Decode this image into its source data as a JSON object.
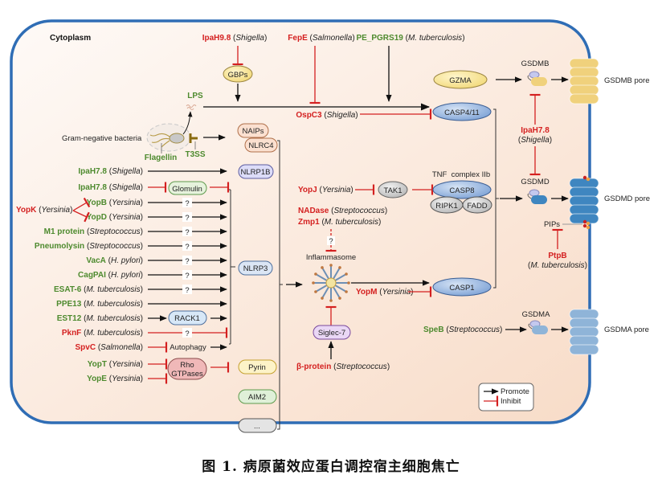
{
  "colors": {
    "membrane": "#2f6db5",
    "cytoplasm_fill_start": "#fdf5f0",
    "cytoplasm_fill_end": "#f9e1d0",
    "promote": "#111111",
    "inhibit": "#d42020",
    "promoter_text": "#4d8a2e",
    "inhibitor_text": "#d42020",
    "gsdmb": "#f0d17c",
    "gsdmd": "#3f86c0",
    "gsdma": "#8fb4d8"
  },
  "compartment": "Cytoplasm",
  "bacteria": {
    "label": "Gram-negative bacteria",
    "lps": "LPS",
    "flagellin": "Flagellin",
    "t3ss": "T3SS"
  },
  "top_effectors": [
    {
      "name": "IpaH9.8",
      "org": "Shigella",
      "role": "inhibit"
    },
    {
      "name": "FepE",
      "org": "Salmonella",
      "role": "inhibit"
    },
    {
      "name": "PE_PGRS19",
      "org": "M. tuberculosis",
      "role": "promote"
    }
  ],
  "gbps": "GBPs",
  "ospc3": {
    "name": "OspC3",
    "org": "Shigella",
    "role": "inhibit"
  },
  "sensors": {
    "naips": "NAIPs",
    "nlrc4": "NLRC4",
    "nlrp1b": "NLRP1B",
    "nlrp3": "NLRP3",
    "pyrin": "Pyrin",
    "aim2": "AIM2",
    "other": "..."
  },
  "left_effectors": [
    {
      "name": "IpaH7.8",
      "org": "Shigella",
      "role": "promote",
      "via": "",
      "target": "NLRP1B"
    },
    {
      "name": "IpaH7.8",
      "org": "Shigella",
      "role": "promote",
      "via": "Glomulin",
      "target": "NLRP3"
    },
    {
      "name": "YopB",
      "org": "Yersinia",
      "role": "promote",
      "via": "?",
      "target": "NLRP3"
    },
    {
      "name": "YopD",
      "org": "Yersinia",
      "role": "promote",
      "via": "?",
      "target": "NLRP3"
    },
    {
      "name": "M1 protein",
      "org": "Streptococcus",
      "role": "promote",
      "via": "?",
      "target": "NLRP3"
    },
    {
      "name": "Pneumolysin",
      "org": "Streptococcus",
      "role": "promote",
      "via": "?",
      "target": "NLRP3"
    },
    {
      "name": "VacA",
      "org": "H. pylori",
      "role": "promote",
      "via": "?",
      "target": "NLRP3"
    },
    {
      "name": "CagPAI",
      "org": "H. pylori",
      "role": "promote",
      "via": "?",
      "target": "NLRP3"
    },
    {
      "name": "ESAT-6",
      "org": "M. tuberculosis",
      "role": "promote",
      "via": "?",
      "target": "NLRP3"
    },
    {
      "name": "PPE13",
      "org": "M. tuberculosis",
      "role": "promote",
      "via": "",
      "target": "NLRP3"
    },
    {
      "name": "EST12",
      "org": "M. tuberculosis",
      "role": "promote",
      "via": "RACK1",
      "target": "NLRP3"
    },
    {
      "name": "PknF",
      "org": "M. tuberculosis",
      "role": "inhibit",
      "via": "?",
      "target": "NLRP3"
    },
    {
      "name": "SpvC",
      "org": "Salmonella",
      "role": "inhibit",
      "via": "Autophagy",
      "target": "NLRP3"
    },
    {
      "name": "YopT",
      "org": "Yersinia",
      "role": "promote",
      "via": "Rho GTPases",
      "target": "Pyrin"
    },
    {
      "name": "YopE",
      "org": "Yersinia",
      "role": "promote",
      "via": "Rho GTPases",
      "target": "Pyrin"
    }
  ],
  "yopk": {
    "name": "YopK",
    "org": "Yersinia",
    "role": "inhibit"
  },
  "glomulin": "Glomulin",
  "rack1": "RACK1",
  "autophagy": "Autophagy",
  "rho_gtpases": [
    "Rho",
    "GTPases"
  ],
  "question": "?",
  "middle": {
    "yopj": {
      "name": "YopJ",
      "org": "Yersinia",
      "role": "inhibit"
    },
    "tak1": "TAK1",
    "tnf_complex": "TNF  complex IIb",
    "casp8": "CASP8",
    "ripk1": "RIPK1",
    "fadd": "FADD",
    "nadase": {
      "name": "NADase",
      "org": "Streptococcus",
      "role": "inhibit"
    },
    "zmp1": {
      "name": "Zmp1",
      "org": "M. tuberculosis",
      "role": "inhibit"
    },
    "inflammasome": "Inflammasome",
    "yopm": {
      "name": "YopM",
      "org": "Yersinia",
      "role": "inhibit"
    },
    "casp1": "CASP1",
    "siglec7": "Siglec-7",
    "beta_protein": {
      "name": "β-protein",
      "org": "Streptococcus",
      "role": "inhibit"
    },
    "casp411": "CASP4/11",
    "gzma": "GZMA"
  },
  "right": {
    "gsdmb": "GSDMB",
    "gsdmb_pore": "GSDMB pore",
    "ipah78": {
      "name": "IpaH7.8",
      "org": "Shigella",
      "role": "inhibit"
    },
    "gsdmd": "GSDMD",
    "gsdmd_pore": "GSDMD pore",
    "pips": "PIPs",
    "ptpb": {
      "name": "PtpB",
      "org": "M. tuberculosis",
      "role": "inhibit"
    },
    "gsdma": "GSDMA",
    "gsdma_pore": "GSDMA pore",
    "speb": {
      "name": "SpeB",
      "org": "Streptococcus",
      "role": "promote"
    }
  },
  "legend": {
    "promote": "Promote",
    "inhibit": "Inhibit"
  },
  "caption": "图 1.  病原菌效应蛋白调控宿主细胞焦亡"
}
